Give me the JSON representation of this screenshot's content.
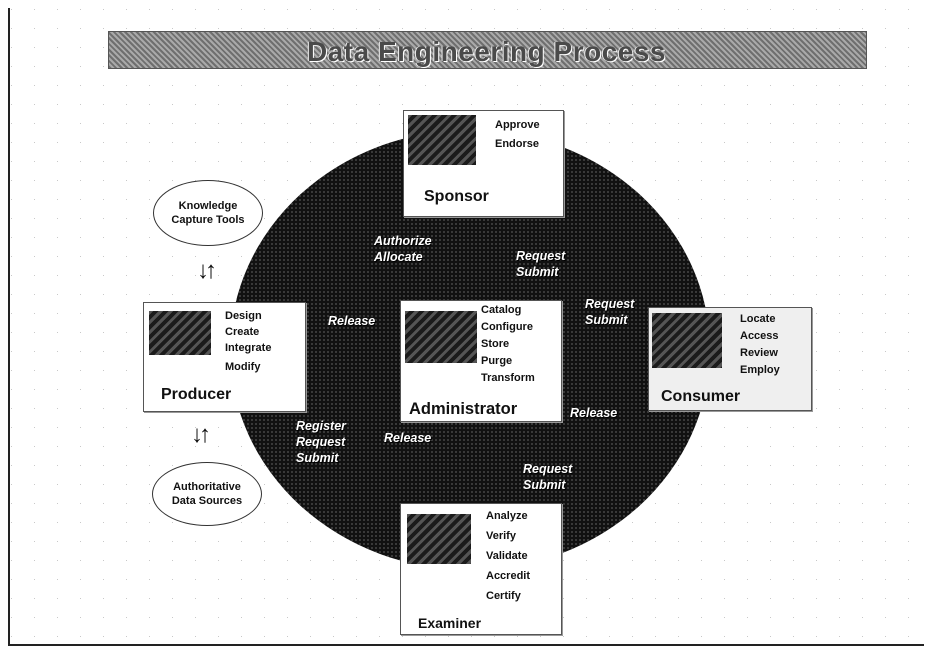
{
  "title": "Data Engineering Process",
  "sponsor": {
    "role": "Sponsor",
    "actions": [
      "Approve",
      "Endorse"
    ]
  },
  "producer": {
    "role": "Producer",
    "actions": [
      "Design",
      "Create",
      "Integrate",
      "Modify"
    ]
  },
  "administrator": {
    "role": "Administrator",
    "actions": [
      "Catalog",
      "Configure",
      "Store",
      "Purge",
      "Transform"
    ]
  },
  "consumer": {
    "role": "Consumer",
    "actions": [
      "Locate",
      "Access",
      "Review",
      "Employ"
    ]
  },
  "examiner": {
    "role": "Examiner",
    "actions": [
      "Analyze",
      "Verify",
      "Validate",
      "Accredit",
      "Certify"
    ]
  },
  "tools": {
    "knowledge": [
      "Knowledge",
      "Capture Tools"
    ],
    "sources": [
      "Authoritative",
      "Data Sources"
    ]
  },
  "arrow_glyph": "↓↑",
  "flows": {
    "sponsor_out": [
      "Authorize",
      "Allocate"
    ],
    "sponsor_in": [
      "Request",
      "Submit"
    ],
    "producer_release": "Release",
    "consumer_request": [
      "Request",
      "Submit"
    ],
    "consumer_release": "Release",
    "producer_register": [
      "Register",
      "Request",
      "Submit"
    ],
    "examiner_release": "Release",
    "examiner_request": [
      "Request",
      "Submit"
    ]
  }
}
